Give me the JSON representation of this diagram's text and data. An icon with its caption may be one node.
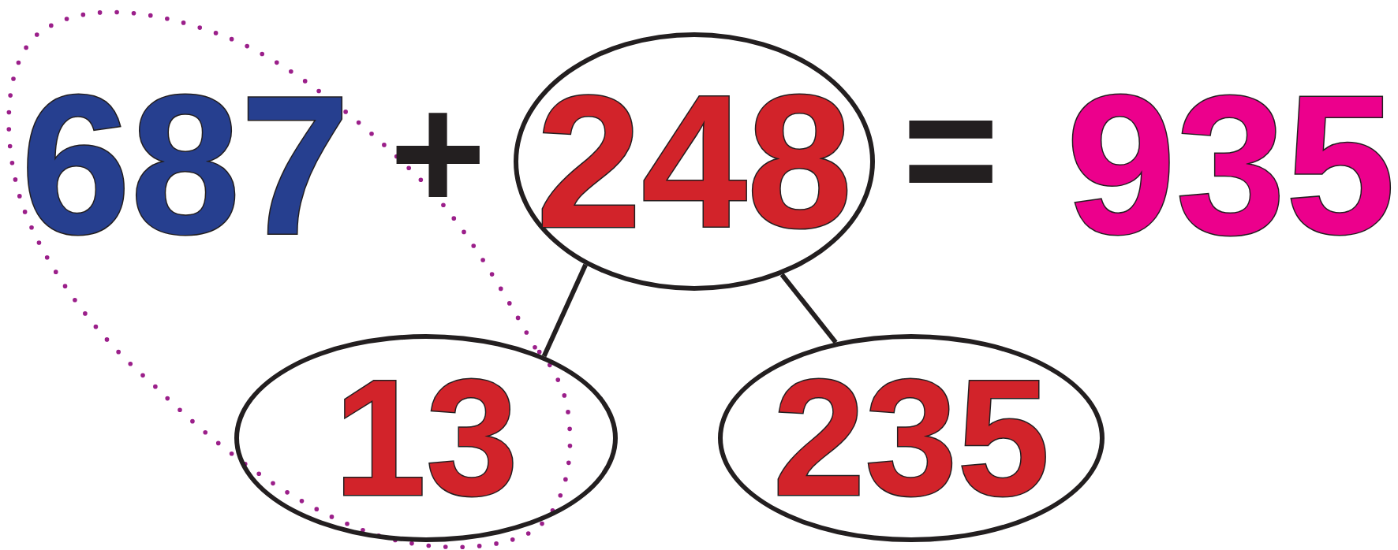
{
  "diagram": {
    "nodes": [
      {
        "text": [
          "248"
        ]
      },
      {
        "text": [
          "13"
        ]
      },
      {
        "text": [
          "235"
        ]
      }
    ],
    "edges": [
      {
        "from": 0,
        "to": 1,
        "arrow": "none"
      },
      {
        "from": 0,
        "to": 2,
        "arrow": "none"
      }
    ],
    "labels": [
      "687",
      "+",
      "=",
      "935"
    ]
  }
}
